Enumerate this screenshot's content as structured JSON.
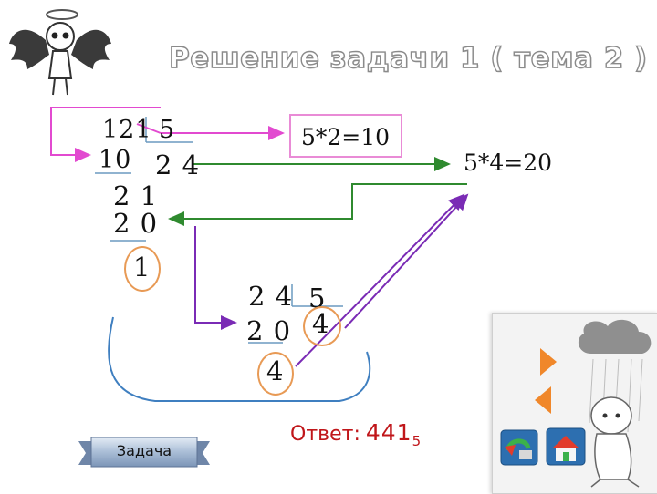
{
  "title": "Решение  задачи 1 ( тема 2 )",
  "division1": {
    "dividend": "121",
    "divisor": "5",
    "sub1": "10",
    "quotient": "2 4",
    "rem1": "2 1",
    "sub2": "2 0",
    "remainder": "1"
  },
  "division2": {
    "dividend": "2 4",
    "divisor": "5",
    "sub": "2 0",
    "quotient": "4",
    "remainder": "4"
  },
  "equations": {
    "eq1": "5*2=10",
    "eq2": "5*4=20"
  },
  "answer": {
    "label": "Ответ:",
    "value": "441",
    "base": "5"
  },
  "task_button": {
    "label": "Задача"
  },
  "colors": {
    "magenta_arrow": "#e24ad0",
    "green_arrow": "#2f8a2f",
    "purple_arrow": "#7a2bb5",
    "answer_red": "#c0161a",
    "circle_orange": "#e89a55",
    "nav_orange": "#f0872a"
  }
}
